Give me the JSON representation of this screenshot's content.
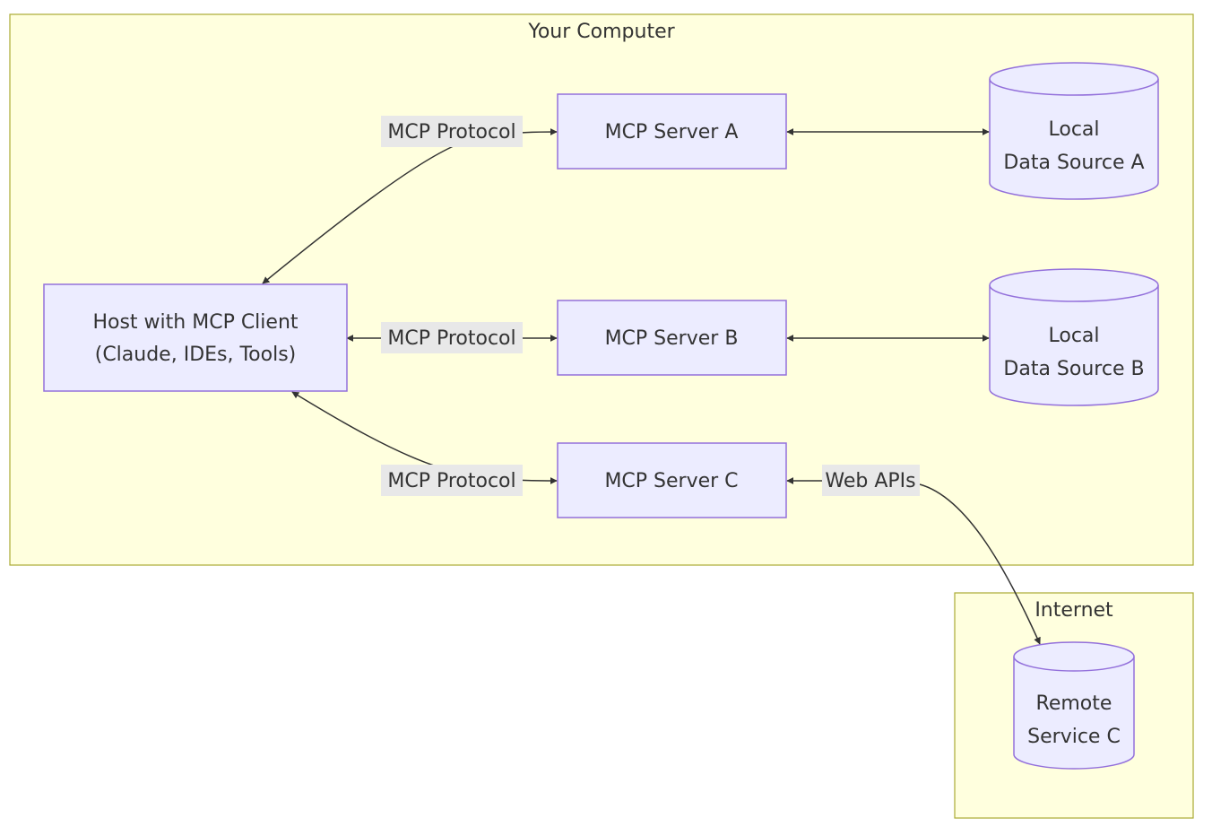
{
  "clusters": {
    "your_computer": {
      "label": "Your Computer"
    },
    "internet": {
      "label": "Internet"
    }
  },
  "nodes": {
    "host": {
      "lines": [
        "Host with MCP Client",
        "(Claude, IDEs, Tools)"
      ]
    },
    "server_a": {
      "lines": [
        "MCP Server A"
      ]
    },
    "server_b": {
      "lines": [
        "MCP Server B"
      ]
    },
    "server_c": {
      "lines": [
        "MCP Server C"
      ]
    },
    "data_a": {
      "lines": [
        "Local",
        "Data Source A"
      ]
    },
    "data_b": {
      "lines": [
        "Local",
        "Data Source B"
      ]
    },
    "remote_c": {
      "lines": [
        "Remote",
        "Service C"
      ]
    }
  },
  "edges": {
    "host_a": {
      "label": "MCP Protocol"
    },
    "host_b": {
      "label": "MCP Protocol"
    },
    "host_c": {
      "label": "MCP Protocol"
    },
    "a_data": {
      "label": ""
    },
    "b_data": {
      "label": ""
    },
    "c_remote": {
      "label": "Web APIs"
    }
  },
  "colors": {
    "cluster_fill": "#ffffde",
    "cluster_stroke": "#aaaa33",
    "node_fill": "#ececff",
    "node_stroke": "#9370db",
    "edge": "#333333",
    "edge_label_bg": "#e8e8e8"
  }
}
